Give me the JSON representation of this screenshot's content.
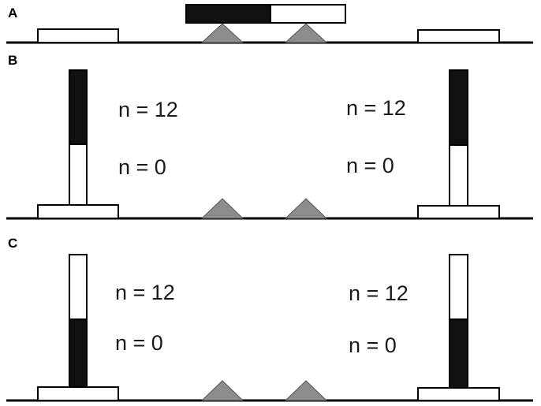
{
  "panels": {
    "a": {
      "label": "A"
    },
    "b": {
      "label": "B",
      "left_upper_count": "n = 12",
      "left_lower_count": "n = 0",
      "right_upper_count": "n = 12",
      "right_lower_count": "n = 0"
    },
    "c": {
      "label": "C",
      "left_upper_count": "n = 12",
      "left_lower_count": "n = 0",
      "right_upper_count": "n = 12",
      "right_lower_count": "n = 0"
    }
  },
  "colors": {
    "dark_segment": "#111111",
    "light_segment": "#ffffff",
    "support_triangle": "#8c8c8c",
    "line": "#000000"
  }
}
